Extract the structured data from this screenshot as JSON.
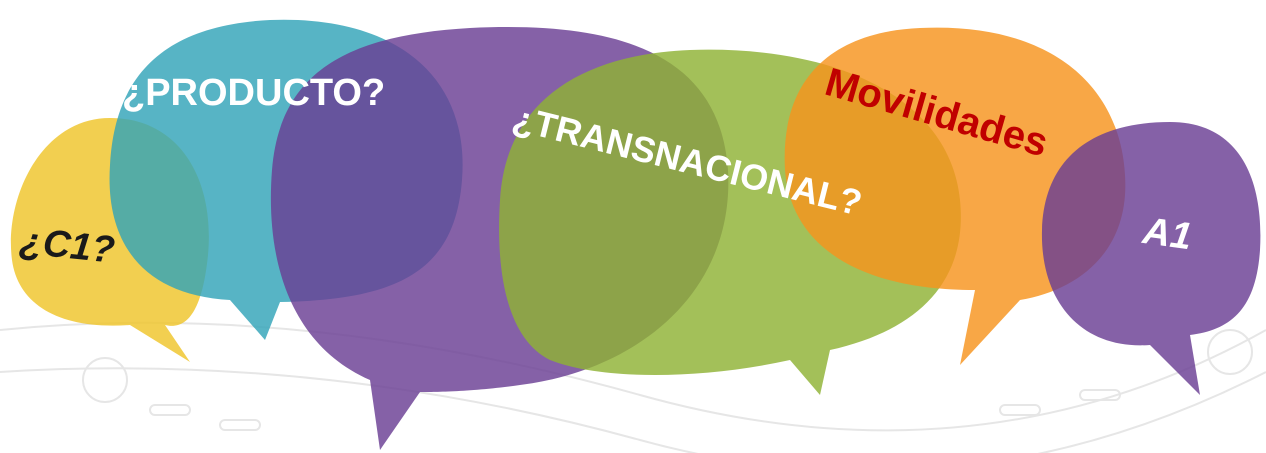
{
  "bubbles": [
    {
      "id": "yellow",
      "color": "#efc52a"
    },
    {
      "id": "teal",
      "color": "#32a3b8"
    },
    {
      "id": "purple-large",
      "color": "#6a3e94"
    },
    {
      "id": "green",
      "color": "#8fb235"
    },
    {
      "id": "orange",
      "color": "#f7941d"
    },
    {
      "id": "purple-small",
      "color": "#6a3e94"
    }
  ],
  "labels": {
    "c1": "¿C1?",
    "producto": "¿PRODUCTO?",
    "transnacional": "¿TRANSNACIONAL?",
    "movilidades": "Movilidades",
    "a1": "A1"
  },
  "colors": {
    "dark_text": "#1a1a1a",
    "white_text": "#ffffff",
    "red_text": "#c00000"
  }
}
